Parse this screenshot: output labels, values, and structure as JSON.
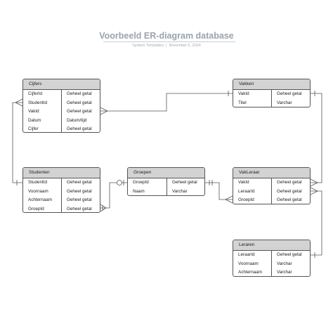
{
  "header": {
    "title": "Voorbeeld ER-diagram database",
    "subtitle_source": "System Templates",
    "subtitle_separator": "|",
    "subtitle_date": "November 5, 2024"
  },
  "colors": {
    "title": "#9aa3ad",
    "entity_header": "#d3d3d3",
    "line": "#555555"
  },
  "entities": {
    "cijfers": {
      "name": "Cijfers",
      "rows": [
        {
          "field": "CijferId",
          "type": "Geheel getal"
        },
        {
          "field": "StudentId",
          "type": "Geheel getal"
        },
        {
          "field": "VakId",
          "type": "Geheel getal"
        },
        {
          "field": "Datum",
          "type": "Datum/tijd"
        },
        {
          "field": "Cijfer",
          "type": "Geheel getal"
        }
      ]
    },
    "vakken": {
      "name": "Vakken",
      "rows": [
        {
          "field": "VakId",
          "type": "Geheel getal"
        },
        {
          "field": "Titel",
          "type": "Varchar"
        }
      ]
    },
    "studenten": {
      "name": "Studenten",
      "rows": [
        {
          "field": "StudentId",
          "type": "Geheel getal"
        },
        {
          "field": "Voornaam",
          "type": "Geheel getal"
        },
        {
          "field": "Achternaam",
          "type": "Geheel getal"
        },
        {
          "field": "GroepId",
          "type": "Geheel getal"
        }
      ]
    },
    "groepen": {
      "name": "Groepen",
      "rows": [
        {
          "field": "GroepId",
          "type": "Geheel getal"
        },
        {
          "field": "Naam",
          "type": "Varchar"
        }
      ]
    },
    "vakleraar": {
      "name": "VakLeraar",
      "rows": [
        {
          "field": "VakId",
          "type": "Geheel getal"
        },
        {
          "field": "LeraarId",
          "type": "Geheel getal"
        },
        {
          "field": "GroepId",
          "type": "Geheel getal"
        }
      ]
    },
    "leraren": {
      "name": "Leraren",
      "rows": [
        {
          "field": "LeraarId",
          "type": "Geheel getal"
        },
        {
          "field": "Voornaam",
          "type": "Varchar"
        },
        {
          "field": "Achternaam",
          "type": "Varchar"
        }
      ]
    }
  }
}
